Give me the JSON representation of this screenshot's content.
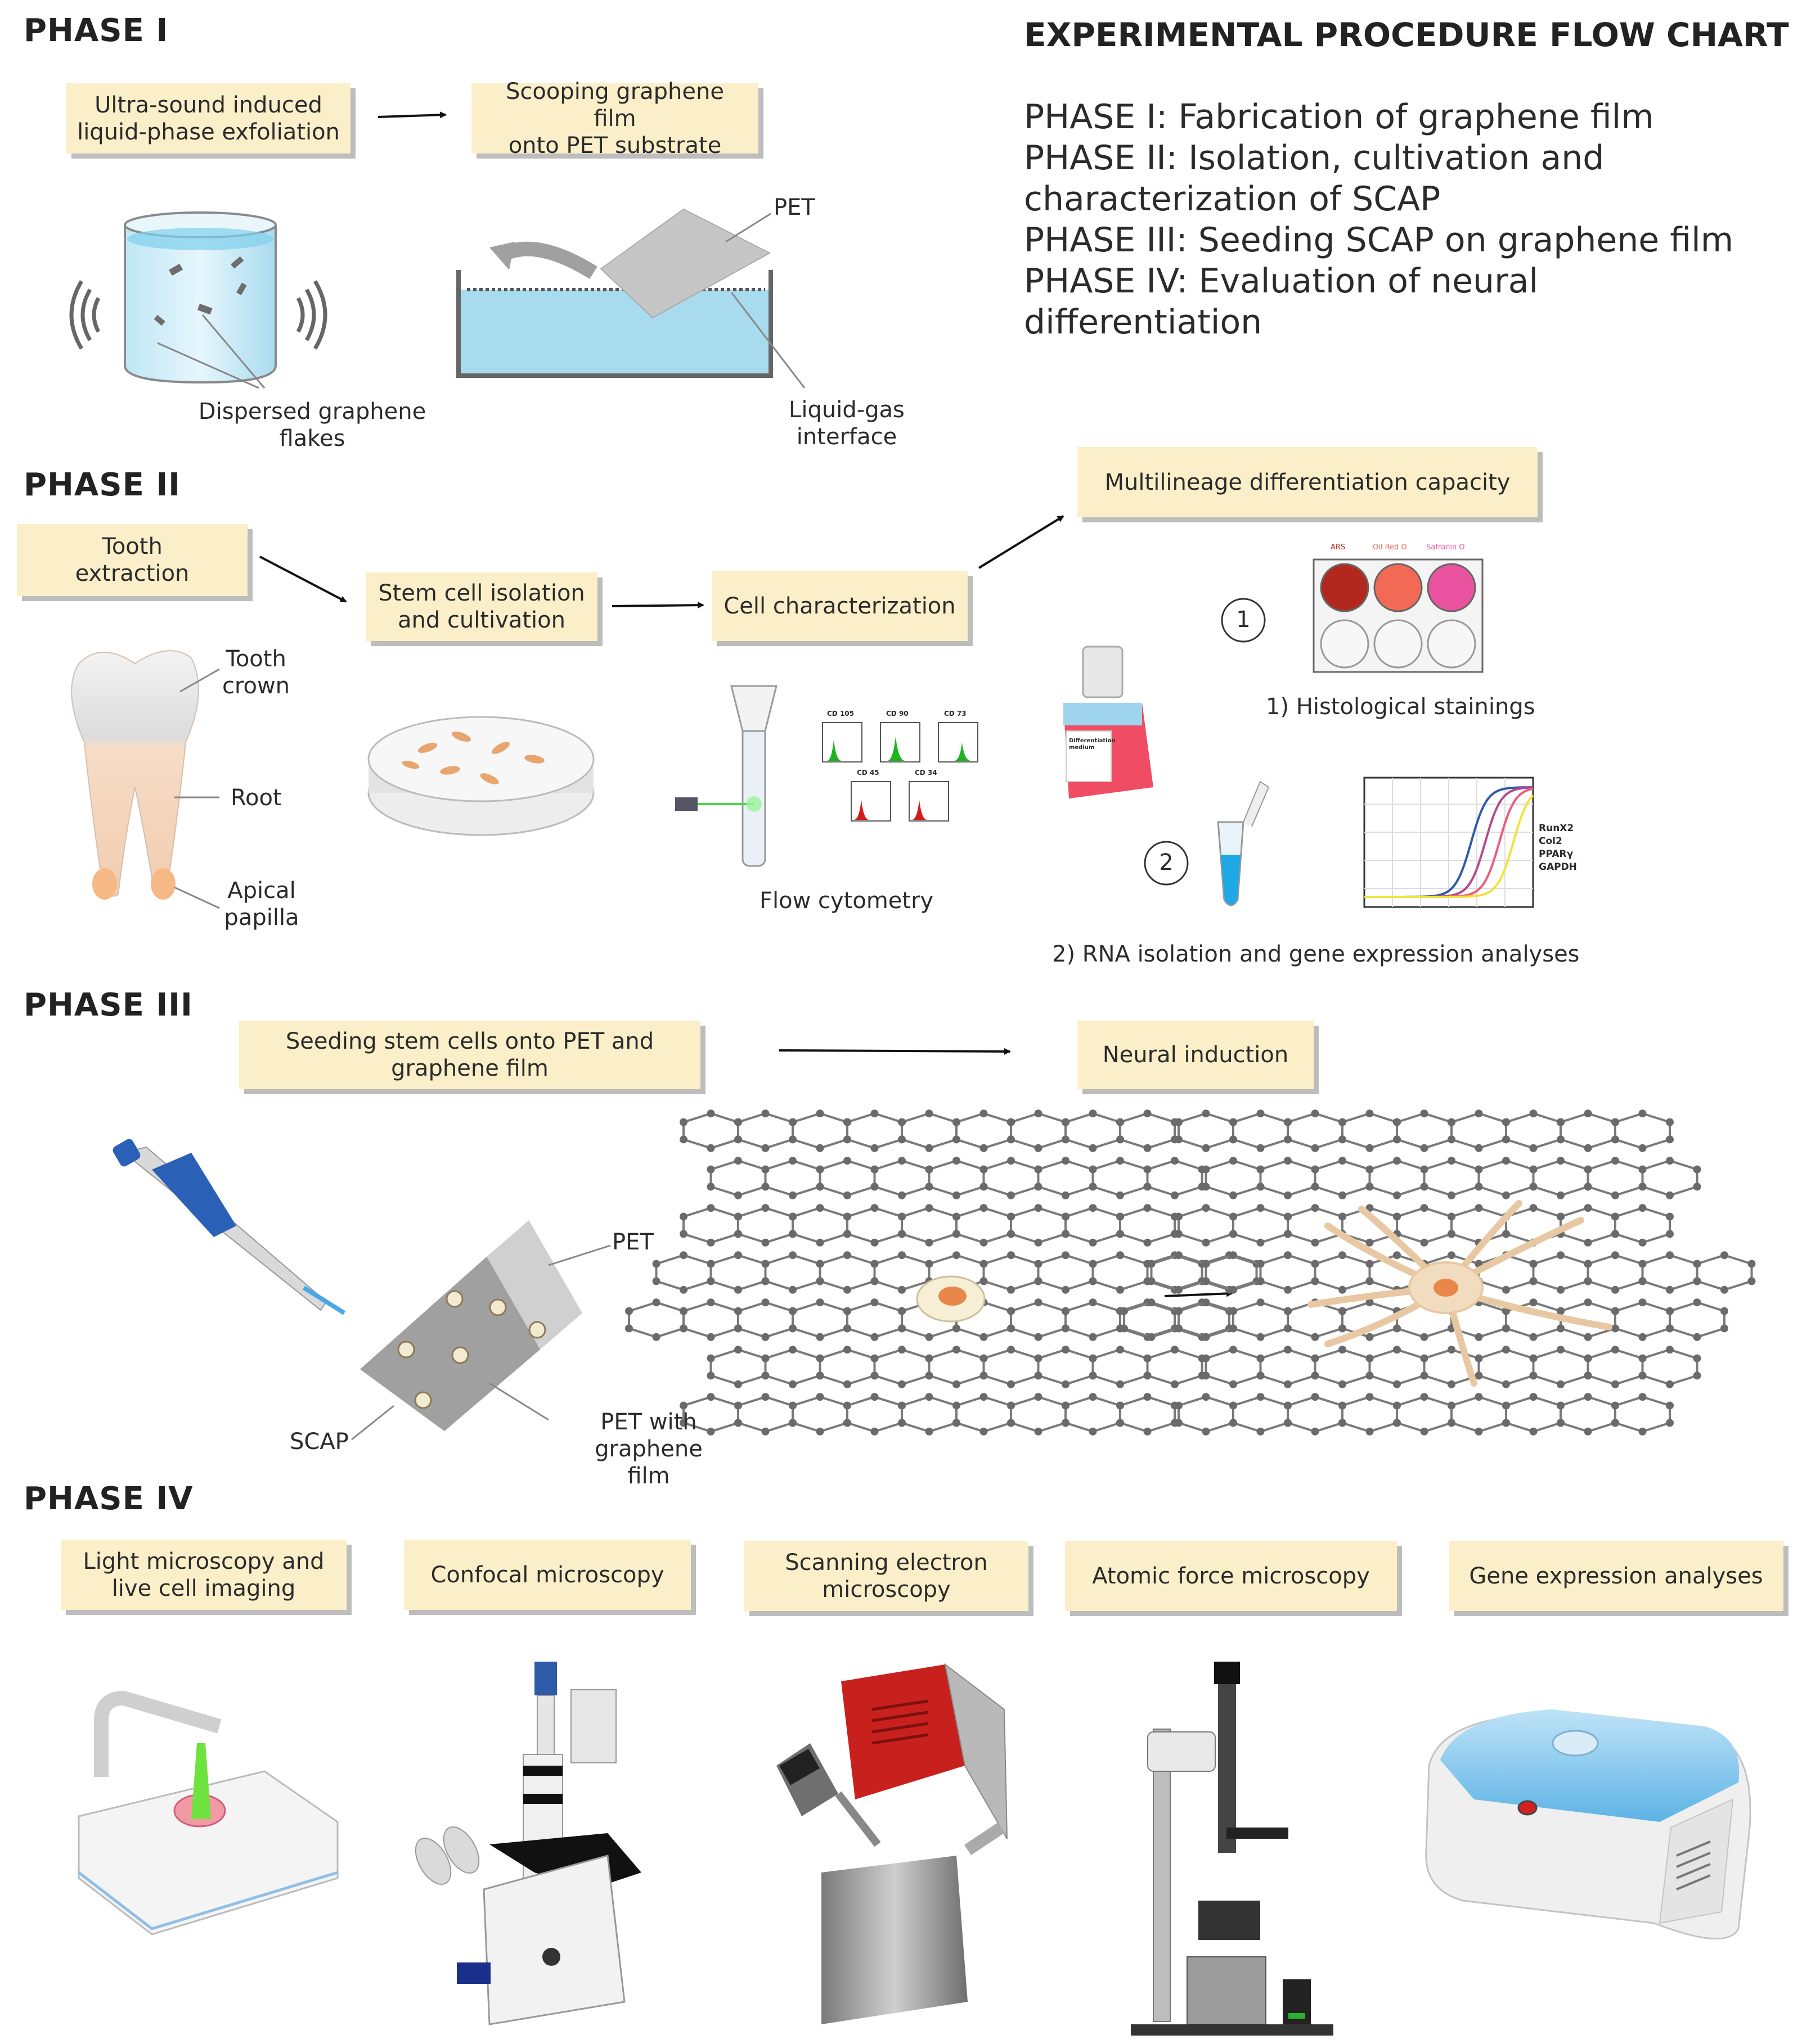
{
  "title": "EXPERIMENTAL PROCEDURE FLOW CHART",
  "plan_lines": [
    "PHASE I: Fabrication of graphene film",
    "PHASE II: Isolation, cultivation and",
    "characterization of SCAP",
    "PHASE III: Seeding SCAP on graphene film",
    "PHASE IV: Evaluation of neural",
    "differentiation"
  ],
  "phase1": {
    "heading": "PHASE I",
    "box_exfoliation": [
      "Ultra-sound induced",
      "liquid-phase exfoliation"
    ],
    "box_scooping": [
      "Scooping graphene film",
      "onto PET substrate"
    ],
    "label_dispersed": [
      "Dispersed graphene",
      "flakes"
    ],
    "label_pet": "PET",
    "label_interface": [
      "Liquid-gas",
      "interface"
    ]
  },
  "phase2": {
    "heading": "PHASE II",
    "box_tooth": [
      "Tooth",
      "extraction"
    ],
    "box_isolation": [
      "Stem cell isolation",
      "and cultivation"
    ],
    "box_characterization": "Cell characterization",
    "box_multilineage": "Multilineage differentiation capacity",
    "label_crown": [
      "Tooth",
      "crown"
    ],
    "label_root": "Root",
    "label_papilla": [
      "Apical",
      "papilla"
    ],
    "label_flow": "Flow cytometry",
    "label_histo": "1) Histological stainings",
    "label_rna": "2) RNA isolation and gene expression analyses",
    "num_1": "1",
    "num_2": "2",
    "stain_labels": [
      "ARS",
      "Oil Red O",
      "Safranin O"
    ],
    "stain_colors": [
      "#b3281e",
      "#f26a55",
      "#e9539f"
    ],
    "cd_markers": [
      "CD 105",
      "CD 90",
      "CD 73",
      "CD 45",
      "CD 34"
    ],
    "medium_label": [
      "Differentiation",
      "medium"
    ],
    "genes": [
      "RunX2",
      "Col2",
      "PPARγ",
      "GAPDH"
    ],
    "gene_colors": [
      "#2f5aa8",
      "#b34a8c",
      "#f05a78",
      "#f2e23c"
    ]
  },
  "phase3": {
    "heading": "PHASE III",
    "box_seeding": [
      "Seeding stem cells onto PET and",
      "graphene film"
    ],
    "box_neural": "Neural induction",
    "label_pet": "PET",
    "label_scap": "SCAP",
    "label_pet_graphene": [
      "PET with graphene",
      "film"
    ]
  },
  "phase4": {
    "heading": "PHASE IV",
    "boxes": [
      [
        "Light microscopy and",
        "live cell imaging"
      ],
      [
        "Confocal microscopy"
      ],
      [
        "Scanning electron",
        "microscopy"
      ],
      [
        "Atomic force microscopy"
      ],
      [
        "Gene expression analyses"
      ]
    ]
  }
}
